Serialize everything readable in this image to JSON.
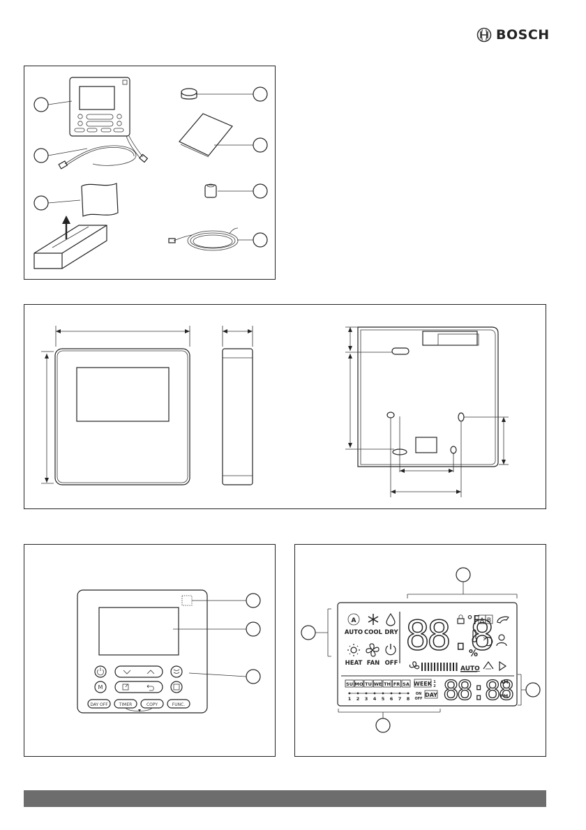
{
  "brand": {
    "name": "BOSCH",
    "logo": "bosch-armature-logo"
  },
  "controller": {
    "buttons": {
      "day_off": "DAY OFF",
      "timer": "TIMER",
      "copy": "COPY",
      "func": "FUNC."
    }
  },
  "lcd": {
    "modes": {
      "auto": "AUTO",
      "cool": "COOL",
      "dry": "DRY",
      "heat": "HEAT",
      "fan": "FAN",
      "off": "OFF"
    },
    "digits": "88.8",
    "degree_f": "°F",
    "percent": "%",
    "ab_a": "A",
    "ab_b": "B",
    "fan_auto": "AUTO",
    "days": [
      "SU",
      "MO",
      "TU",
      "WE",
      "TH",
      "FR",
      "SA"
    ],
    "week": "WEEK",
    "week_nums": [
      "1",
      "2"
    ],
    "timeline": [
      "1",
      "2",
      "3",
      "4",
      "5",
      "6",
      "7",
      "8"
    ],
    "onoff_on": "ON",
    "onoff_off": "OFF",
    "day": "DAY",
    "clock": "88:88",
    "am": "AM",
    "pm": "PM"
  },
  "colors": {
    "line": "#222222",
    "footer_bar": "#6d6d6d"
  }
}
